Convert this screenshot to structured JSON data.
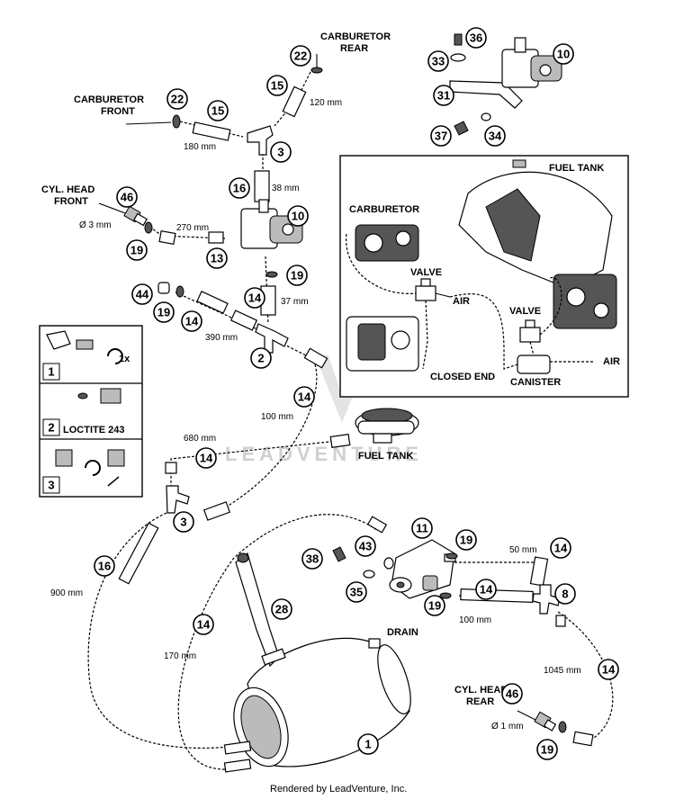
{
  "labels": {
    "carb_front": [
      "CARBURETOR",
      "FRONT"
    ],
    "carb_rear": [
      "CARBURETOR",
      "REAR"
    ],
    "cyl_head_front": [
      "CYL. HEAD",
      "FRONT"
    ],
    "cyl_head_rear": [
      "CYL. HEAD",
      "REAR"
    ],
    "fuel_tank_mid": "FUEL TANK",
    "drain": "DRAIN",
    "loctite": "LOCTITE 243",
    "step_1x": "1x",
    "steps": [
      "1",
      "2",
      "3"
    ]
  },
  "dims": {
    "d120": "120 mm",
    "d180": "180 mm",
    "d38": "38 mm",
    "d270": "270 mm",
    "d37": "37 mm",
    "d390": "390 mm",
    "d100a": "100 mm",
    "d680": "680 mm",
    "d900": "900 mm",
    "d170": "170 mm",
    "d50": "50 mm",
    "d100b": "100 mm",
    "d1045": "1045 mm",
    "phi3": "Ø 3 mm",
    "phi1": "Ø 1 mm"
  },
  "inset": {
    "fuel_tank": "FUEL TANK",
    "carburetor": "CARBURETOR",
    "valve1": "VALVE",
    "air1": "AIR",
    "valve2": "VALVE",
    "air2": "AIR",
    "closed_end": "CLOSED END",
    "canister": "CANISTER"
  },
  "callouts": [
    "22",
    "15",
    "22",
    "15",
    "3",
    "16",
    "10",
    "46",
    "19",
    "13",
    "19",
    "44",
    "19",
    "14",
    "14",
    "2",
    "14",
    "14",
    "3",
    "16",
    "14",
    "28",
    "1",
    "11",
    "19",
    "38",
    "43",
    "35",
    "19",
    "14",
    "14",
    "8",
    "14",
    "46",
    "19",
    "36",
    "33",
    "10",
    "31",
    "37",
    "34"
  ],
  "footer": "Rendered by LeadVenture, Inc.",
  "watermark": "LEADVENTURE"
}
